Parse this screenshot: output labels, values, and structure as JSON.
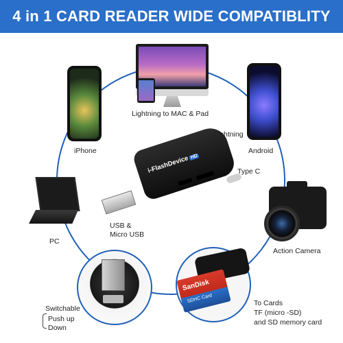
{
  "banner": {
    "title": "4 in 1 CARD READER WIDE COMPATIBLITY",
    "background_color": "#2a6fc9"
  },
  "devices": {
    "mac_pad": "Lightning to MAC & Pad",
    "iphone": "iPhone",
    "android": "Android",
    "pc": "PC",
    "action_camera": "Action Camera"
  },
  "connectors": {
    "lightning": "Lightning",
    "type_c": "Type C",
    "usb_micro_line1": "USB &",
    "usb_micro_line2": "Micro USB"
  },
  "reader": {
    "brand": "i-FlashDevice",
    "badge": "HD"
  },
  "switchable": {
    "line1": "Switchable",
    "line2": "Push up",
    "line3": "Down"
  },
  "cards": {
    "line1": "To Cards",
    "line2": "TF (micro -SD)",
    "line3": "and SD memory card",
    "sd_brand": "SanDisk",
    "sd_type": "SDHC Card"
  },
  "ring_color": "#1f5fb8"
}
